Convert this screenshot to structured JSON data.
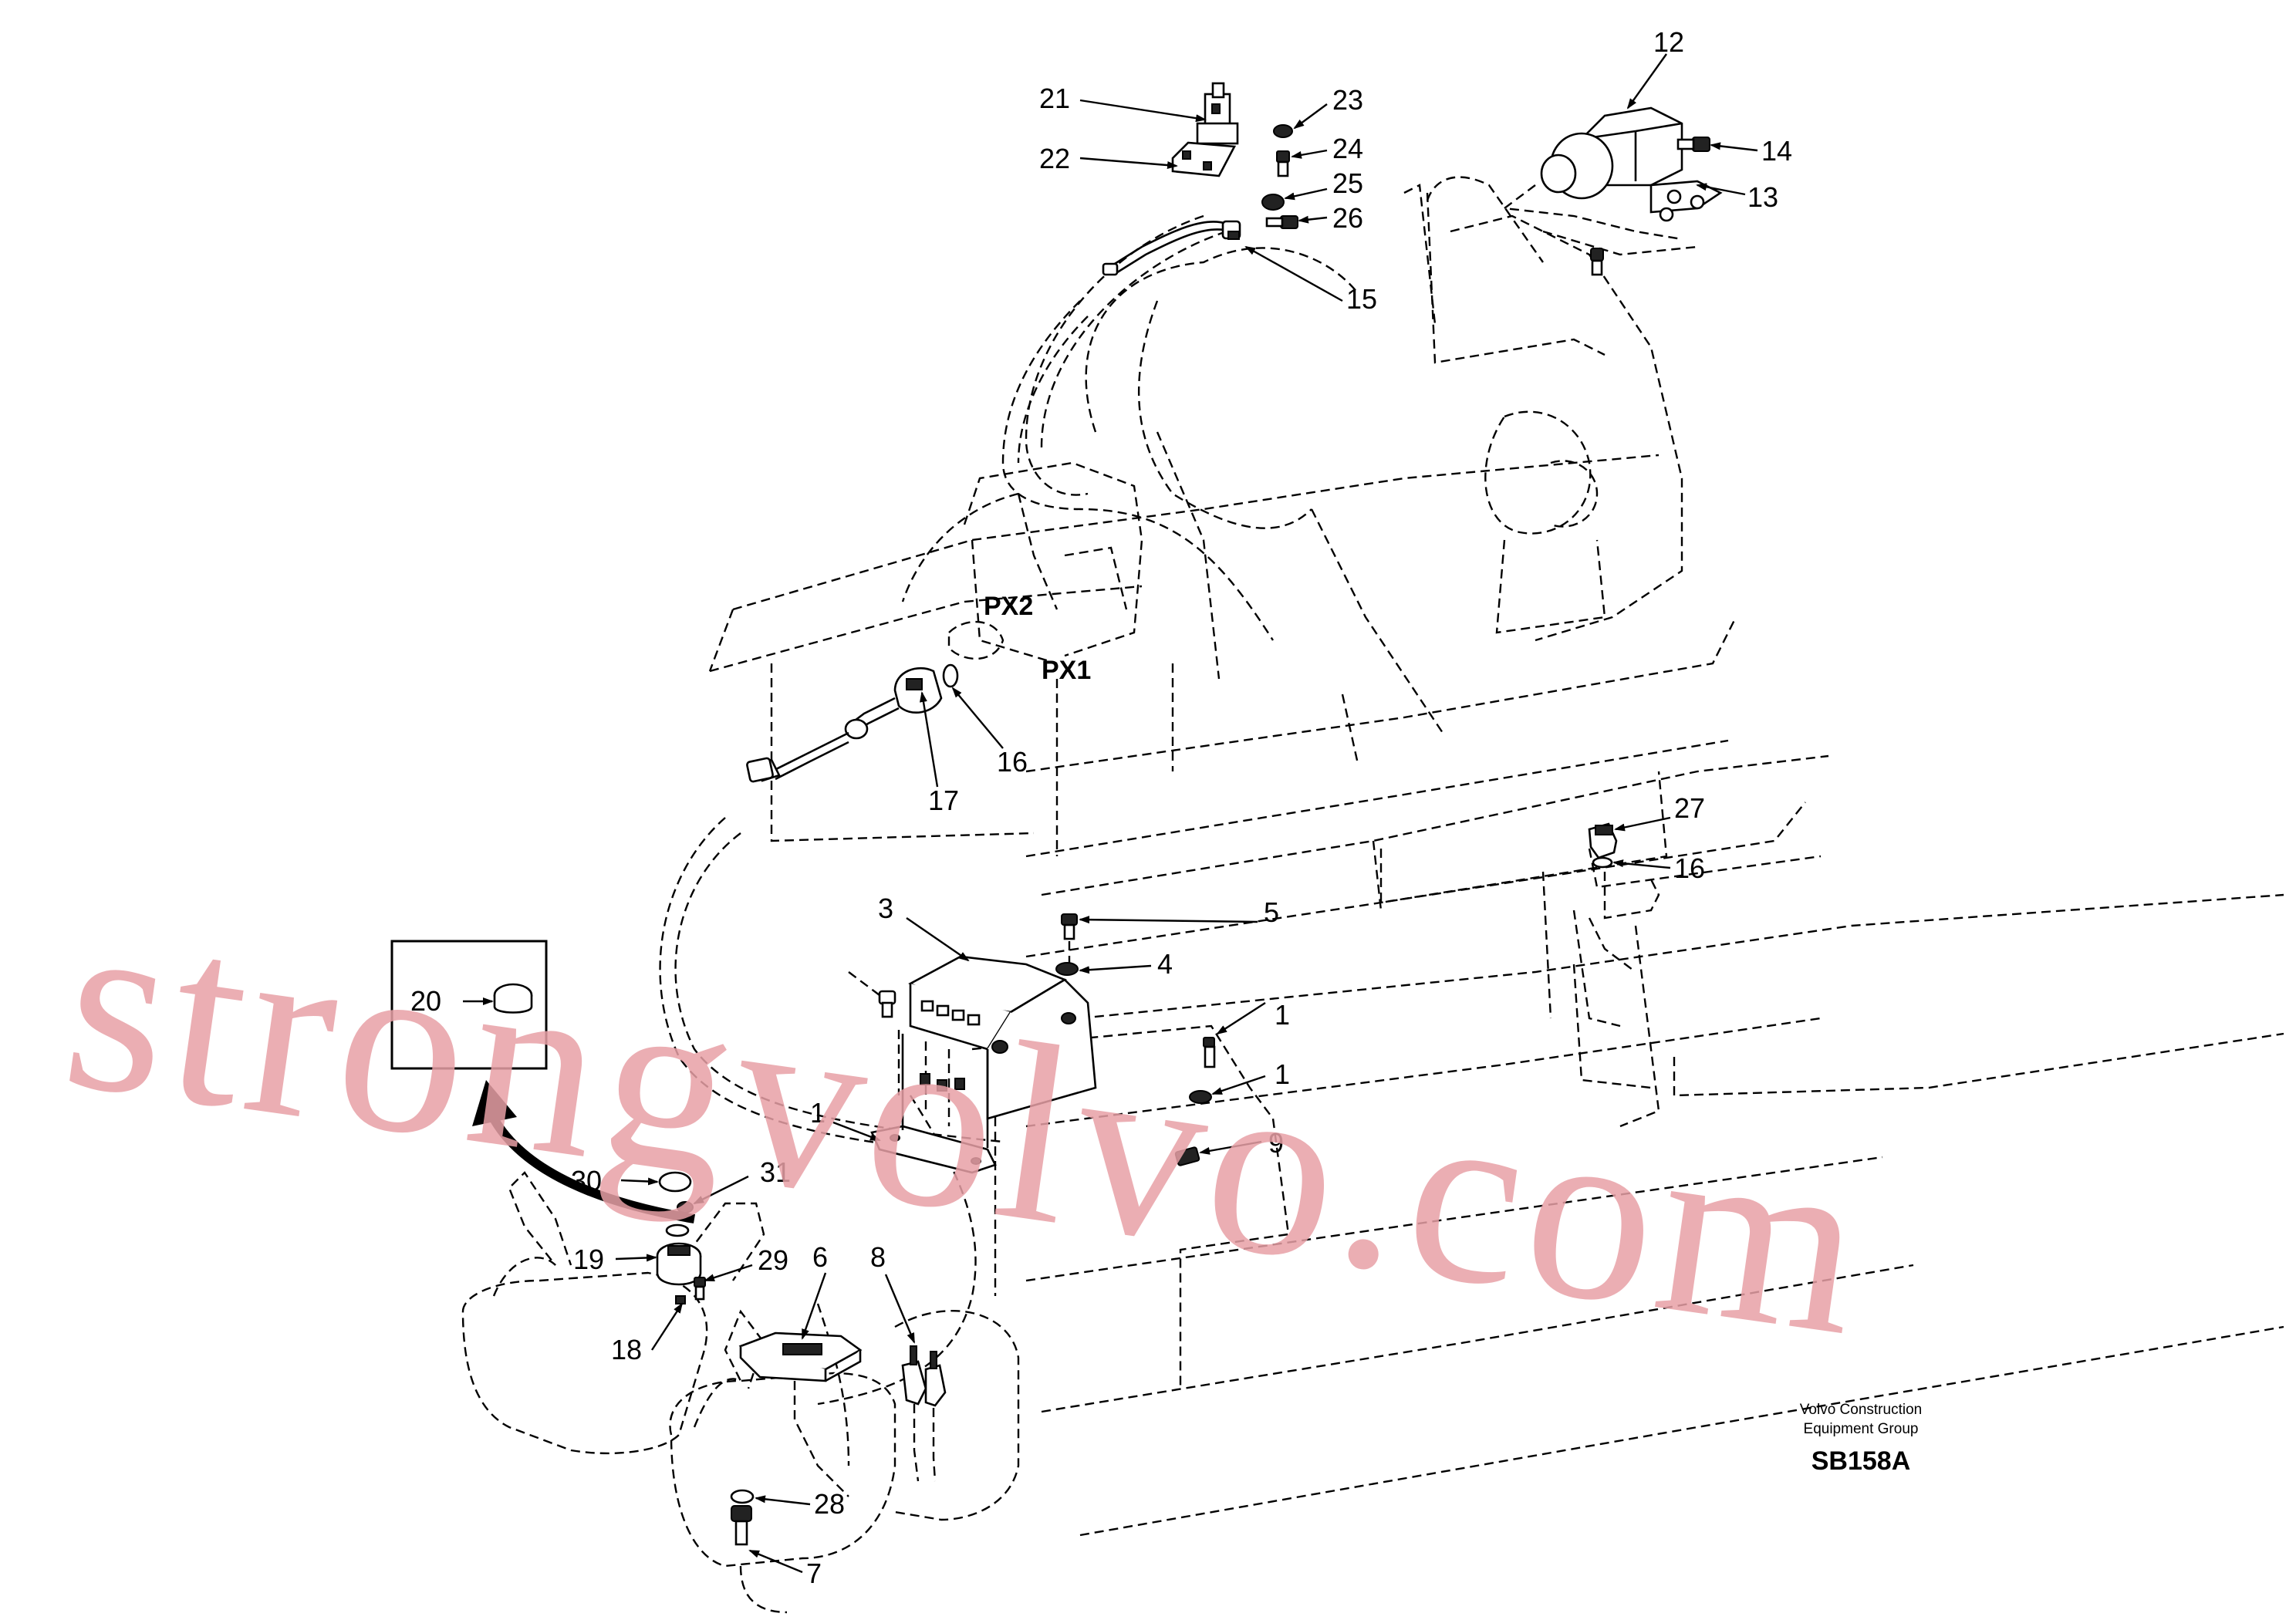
{
  "watermark": "strongvolvo.com",
  "port_labels": {
    "px2": "PX2",
    "px1": "PX1"
  },
  "footer": {
    "company_line1": "Volvo Construction",
    "company_line2": "Equipment Group",
    "code": "SB158A"
  },
  "callouts": {
    "c1": "1",
    "c1b": "1",
    "c1c": "1",
    "c3": "3",
    "c4": "4",
    "c5": "5",
    "c6": "6",
    "c7": "7",
    "c8": "8",
    "c9": "9",
    "c12": "12",
    "c13": "13",
    "c14": "14",
    "c15": "15",
    "c16a": "16",
    "c16b": "16",
    "c17": "17",
    "c18": "18",
    "c19": "19",
    "c20": "20",
    "c21": "21",
    "c22": "22",
    "c23": "23",
    "c24": "24",
    "c25": "25",
    "c26": "26",
    "c27": "27",
    "c28": "28",
    "c29": "29",
    "c30": "30",
    "c31": "31"
  }
}
